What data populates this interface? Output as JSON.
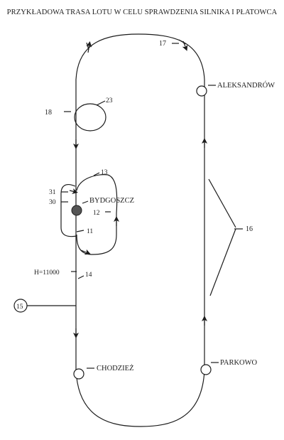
{
  "title": "PRZYKŁADOWA TRASA LOTU W CELU SPRAWDZENIA SILNIKA I PŁATOWCA",
  "places": {
    "aleksandrow": "ALEKSANDRÓW",
    "bydgoszcz": "BYDGOSZCZ",
    "chodziez": "CHODZIEŻ",
    "parkowo": "PARKOWO"
  },
  "refs": {
    "r11": "11",
    "r12": "12",
    "r13": "13",
    "r14": "14",
    "r15": "15",
    "r16": "16",
    "r17": "17",
    "r18": "18",
    "r23": "23",
    "r30": "30",
    "r31": "31"
  },
  "altitude": "H=11000"
}
